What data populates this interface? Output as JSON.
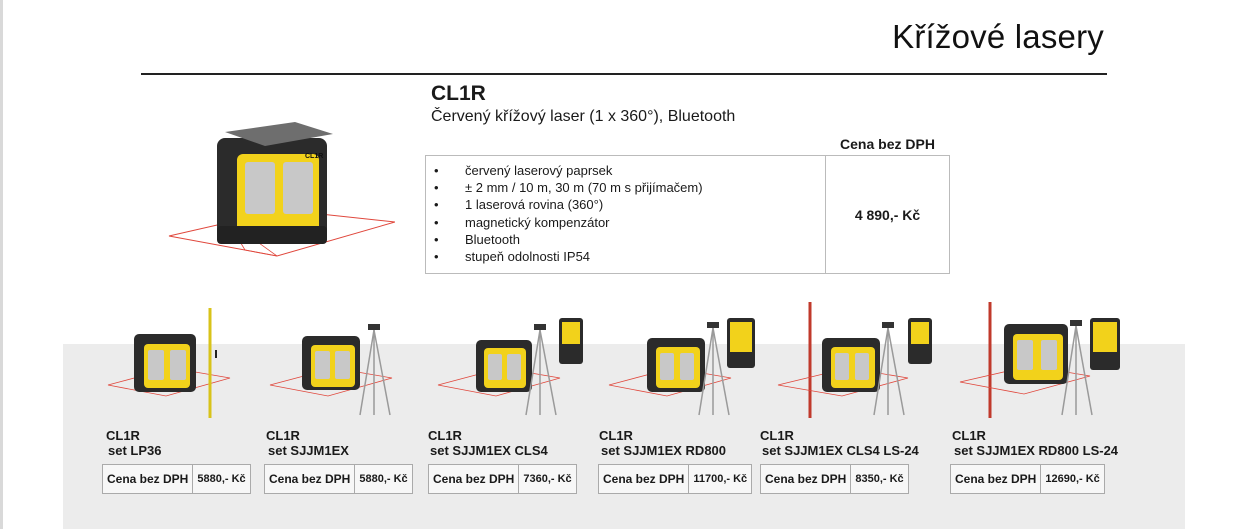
{
  "page": {
    "title": "Křížové lasery"
  },
  "product": {
    "name": "CL1R",
    "subtitle": "Červený křížový laser (1 x 360°), Bluetooth",
    "price_header": "Cena bez DPH",
    "features": [
      "červený laserový paprsek",
      "± 2 mm / 10 m, 30 m (70 m s přijímačem)",
      "1 laserová rovina (360°)",
      "magnetický kompenzátor",
      "Bluetooth",
      "stupeň odolnosti IP54"
    ],
    "price": "4 890,- Kč",
    "device_label": "CL1R"
  },
  "sets": [
    {
      "model": "CL1R",
      "set": "set LP36",
      "price_label": "Cena bez DPH",
      "price": "5880,- Kč",
      "accessories": [
        "rod"
      ]
    },
    {
      "model": "CL1R",
      "set": "set SJJM1EX",
      "price_label": "Cena bez DPH",
      "price": "5880,- Kč",
      "accessories": [
        "tripod"
      ]
    },
    {
      "model": "CL1R",
      "set": "set SJJM1EX CLS4",
      "price_label": "Cena bez DPH",
      "price": "7360,- Kč",
      "accessories": [
        "tripod",
        "receiver"
      ]
    },
    {
      "model": "CL1R",
      "set": "set SJJM1EX RD800",
      "price_label": "Cena bez DPH",
      "price": "11700,- Kč",
      "accessories": [
        "tripod",
        "receiver"
      ]
    },
    {
      "model": "CL1R",
      "set": "set SJJM1EX CLS4 LS-24",
      "price_label": "Cena bez DPH",
      "price": "8350,- Kč",
      "accessories": [
        "pole",
        "tripod",
        "receiver"
      ]
    },
    {
      "model": "CL1R",
      "set": "set SJJM1EX RD800 LS-24",
      "price_label": "Cena bez DPH",
      "price": "12690,- Kč",
      "accessories": [
        "pole",
        "tripod",
        "receiver"
      ]
    }
  ],
  "colors": {
    "laser_red": "#e0473c",
    "device_yellow": "#f2d21b",
    "device_dark": "#2b2b2b",
    "panel_gray": "#ececec"
  }
}
